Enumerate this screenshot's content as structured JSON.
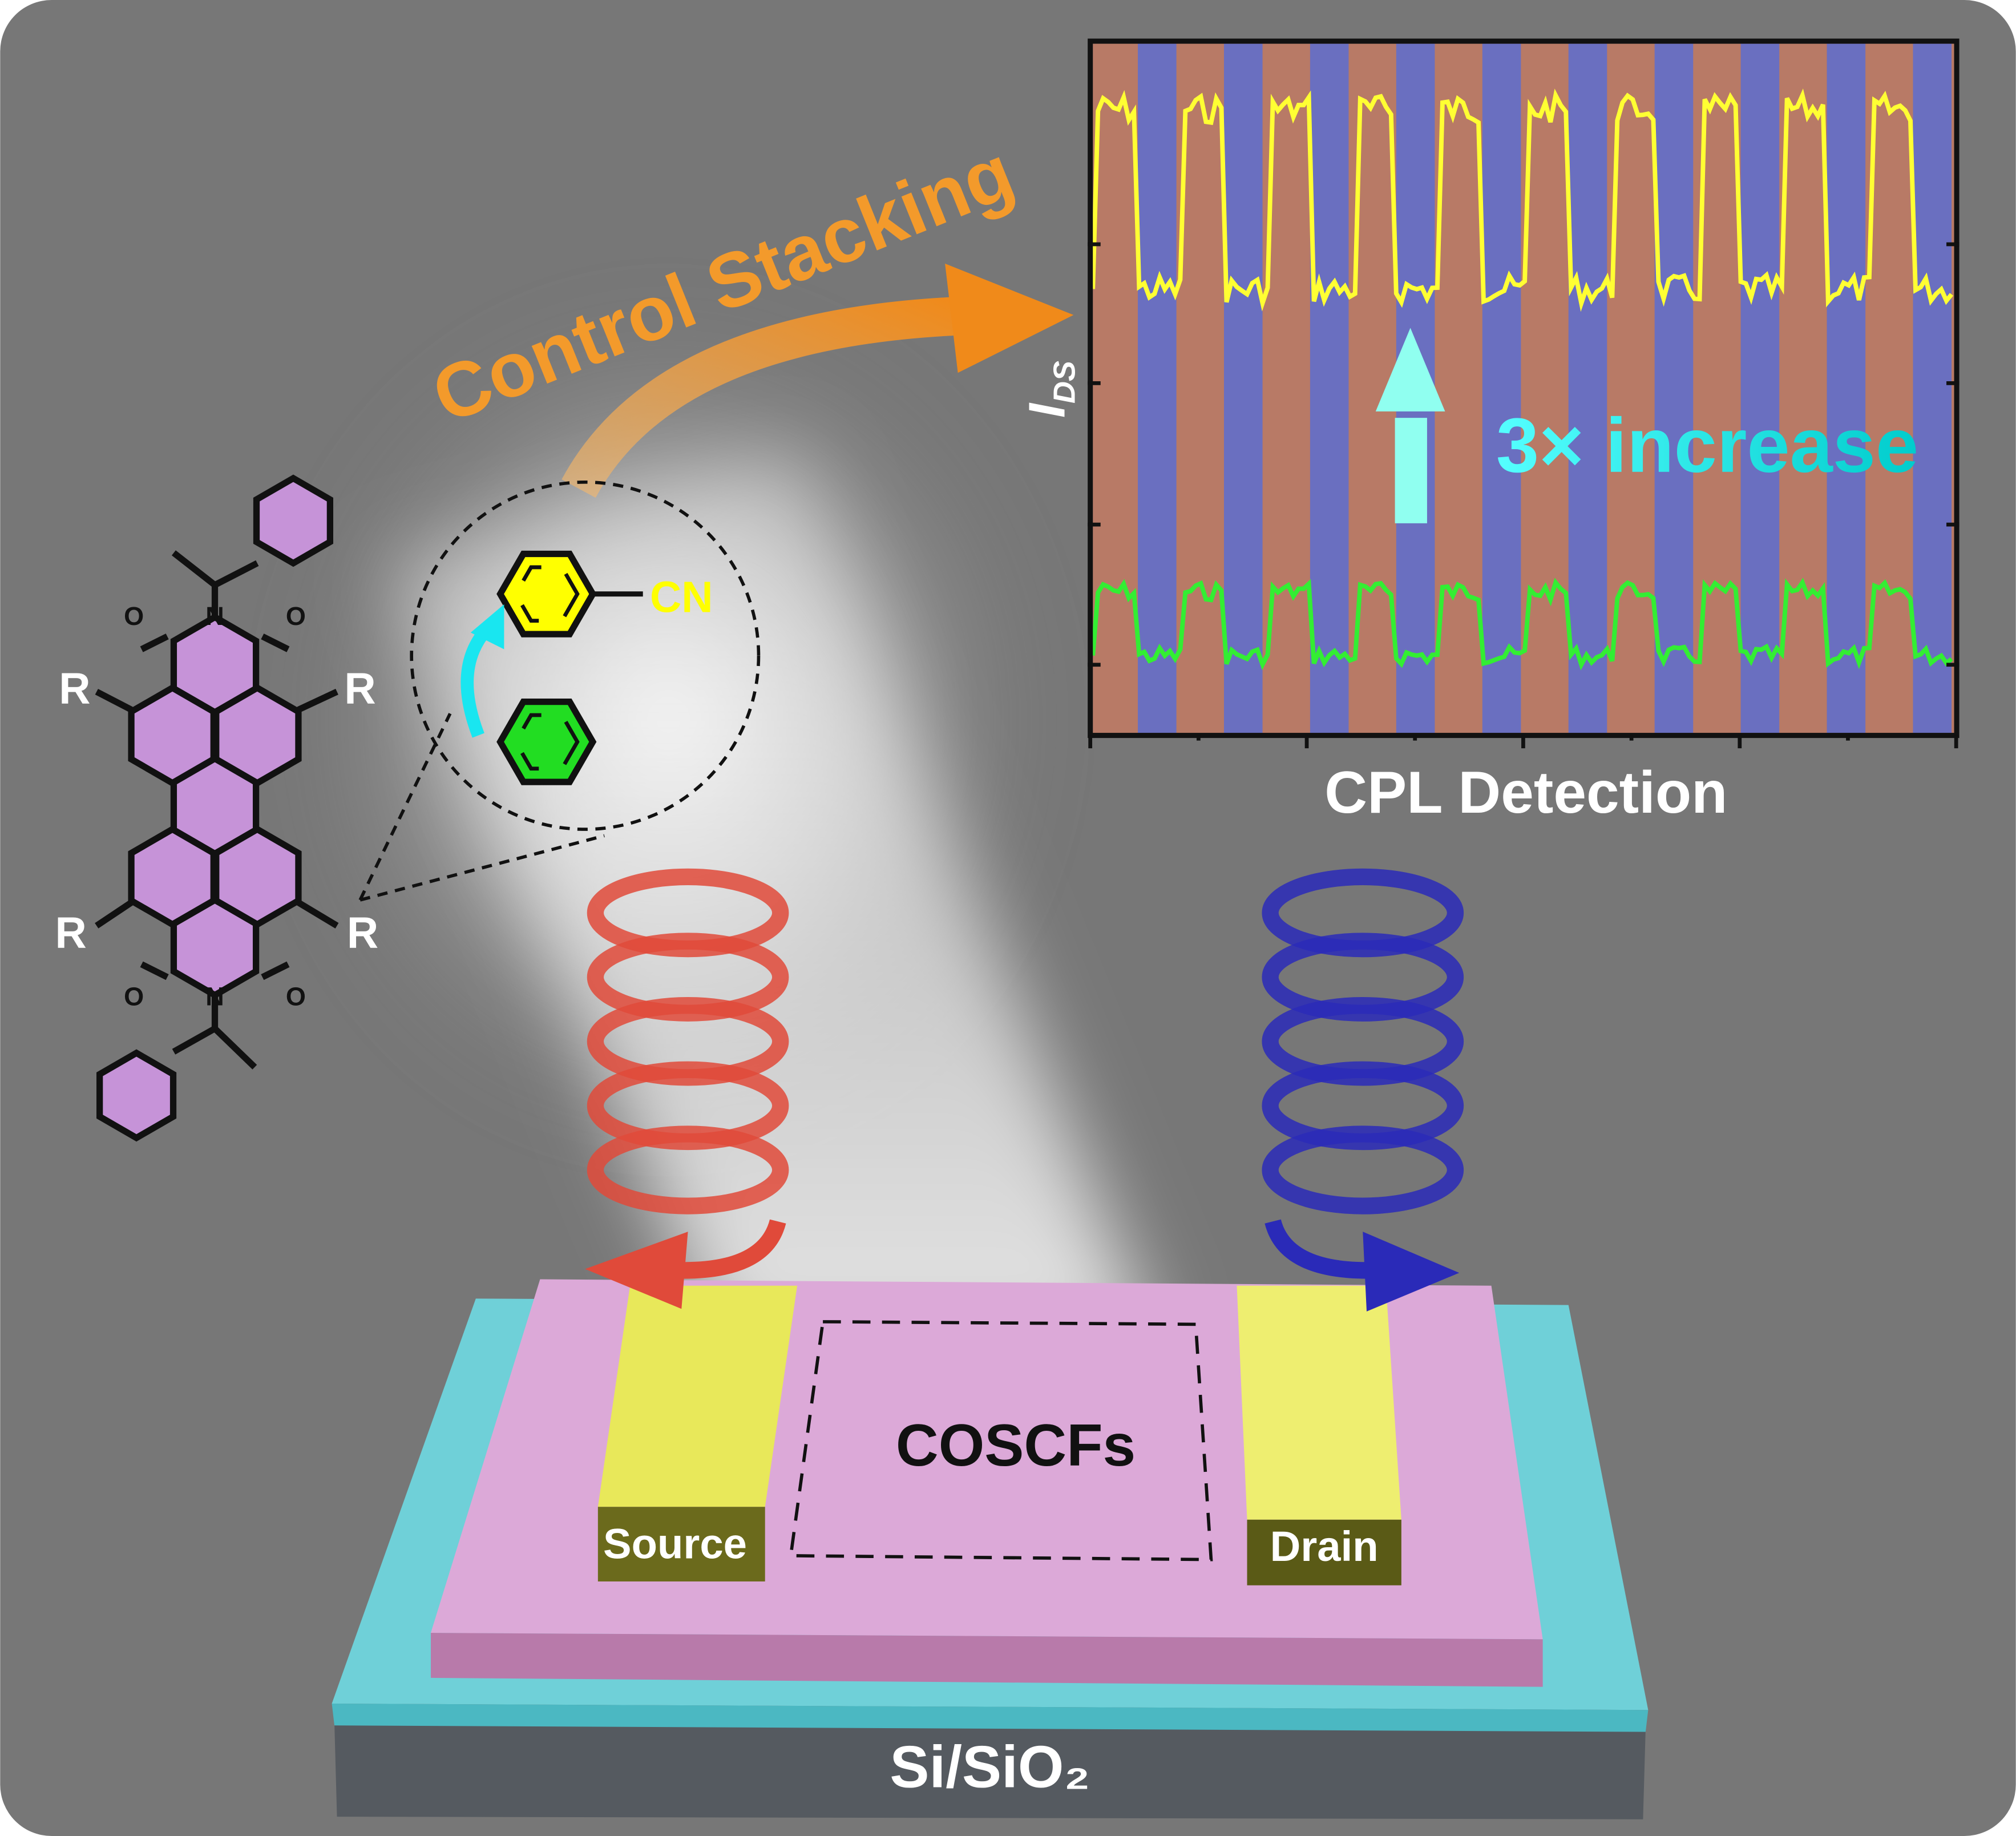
{
  "title_arrow": {
    "text": "Control Stacking",
    "color": "#f39a2b"
  },
  "molecule": {
    "substituent_labels": [
      "R",
      "R",
      "R",
      "R"
    ],
    "oxygen_label": "O",
    "nitrogen_label": "N",
    "core_color": "#c693d8"
  },
  "inset": {
    "cyano_label": "CN",
    "upper_ring_color": "#ffff00",
    "lower_ring_color": "#22dd22",
    "arrow_color": "#19e6f0"
  },
  "plot": {
    "ylabel_main": "I",
    "ylabel_sub": "DS",
    "xlabel": "CPL Detection",
    "annotation": "3× increase",
    "annotation_color": "#33f0f0",
    "series_colors": {
      "enhanced": "#ffff33",
      "pristine": "#33ee33"
    },
    "stripe_colors": {
      "left_handed": "#b87a66",
      "right_handed": "#6a6fc0"
    },
    "cycles": 10
  },
  "device": {
    "channel_label": "COSCFs",
    "source_label": "Source",
    "drain_label": "Drain",
    "substrate_label": "Si/SiO₂",
    "colors": {
      "film": "#dca9d8",
      "dielectric": "#6fd0d8",
      "electrode": "#e8e85a",
      "substrate": "#555a60"
    }
  },
  "light": {
    "left_helix_color": "#e04a3a",
    "right_helix_color": "#2a2ab8"
  }
}
